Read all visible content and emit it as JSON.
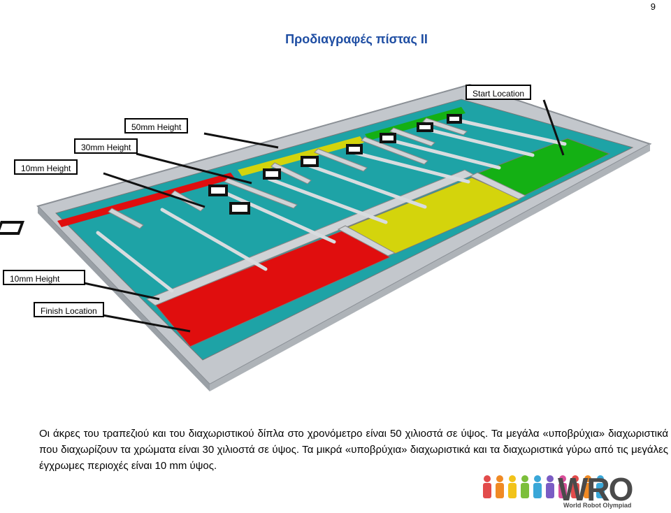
{
  "page": {
    "number": "9"
  },
  "title": "Προδιαγραφές πίστας II",
  "callouts": {
    "start_location": "Start Location",
    "height_50": "50mm Height",
    "height_30": "30mm Height",
    "height_10_top": "10mm Height",
    "height_10_bottom": "10mm Height",
    "finish_location": "Finish Location"
  },
  "caption": "Οι άκρες του τραπεζιού και του διαχωριστικού δίπλα στο χρονόμετρο είναι 50 χιλιοστά σε ύψος. Τα μεγάλα «υποβρύχια» διαχωριστικά που διαχωρίζουν τα χρώματα είναι 30 χιλιοστά σε ύψος. Τα μικρά «υποβρύχια» διαχωριστικά και τα διαχωριστικά γύρω από τις μεγάλες έγχρωμες περιοχές είναι 10 mm ύψος.",
  "logo": {
    "text": "WRO",
    "subtitle": "World Robot Olympiad"
  },
  "colors": {
    "title": "#1f4ea3",
    "teal": "#1ea3a6",
    "red": "#e00e0e",
    "yellow": "#d4d40c",
    "green": "#14b014",
    "border": "#c3c7cc"
  }
}
